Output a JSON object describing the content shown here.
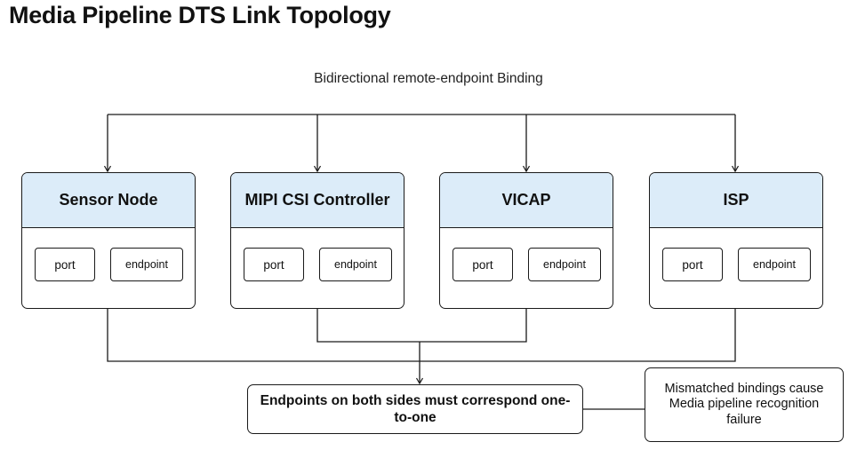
{
  "title": "Media Pipeline DTS Link Topology",
  "binding_label": "Bidirectional remote-endpoint Binding",
  "nodes": [
    {
      "name": "Sensor Node",
      "port": "port",
      "endpoint": "endpoint"
    },
    {
      "name": "MIPI CSI Controller",
      "port": "port",
      "endpoint": "endpoint"
    },
    {
      "name": "VICAP",
      "port": "port",
      "endpoint": "endpoint"
    },
    {
      "name": "ISP",
      "port": "port",
      "endpoint": "endpoint"
    }
  ],
  "result": "Endpoints on both sides must correspond one-to-one",
  "note": "Mismatched bindings cause Media pipeline recognition failure"
}
